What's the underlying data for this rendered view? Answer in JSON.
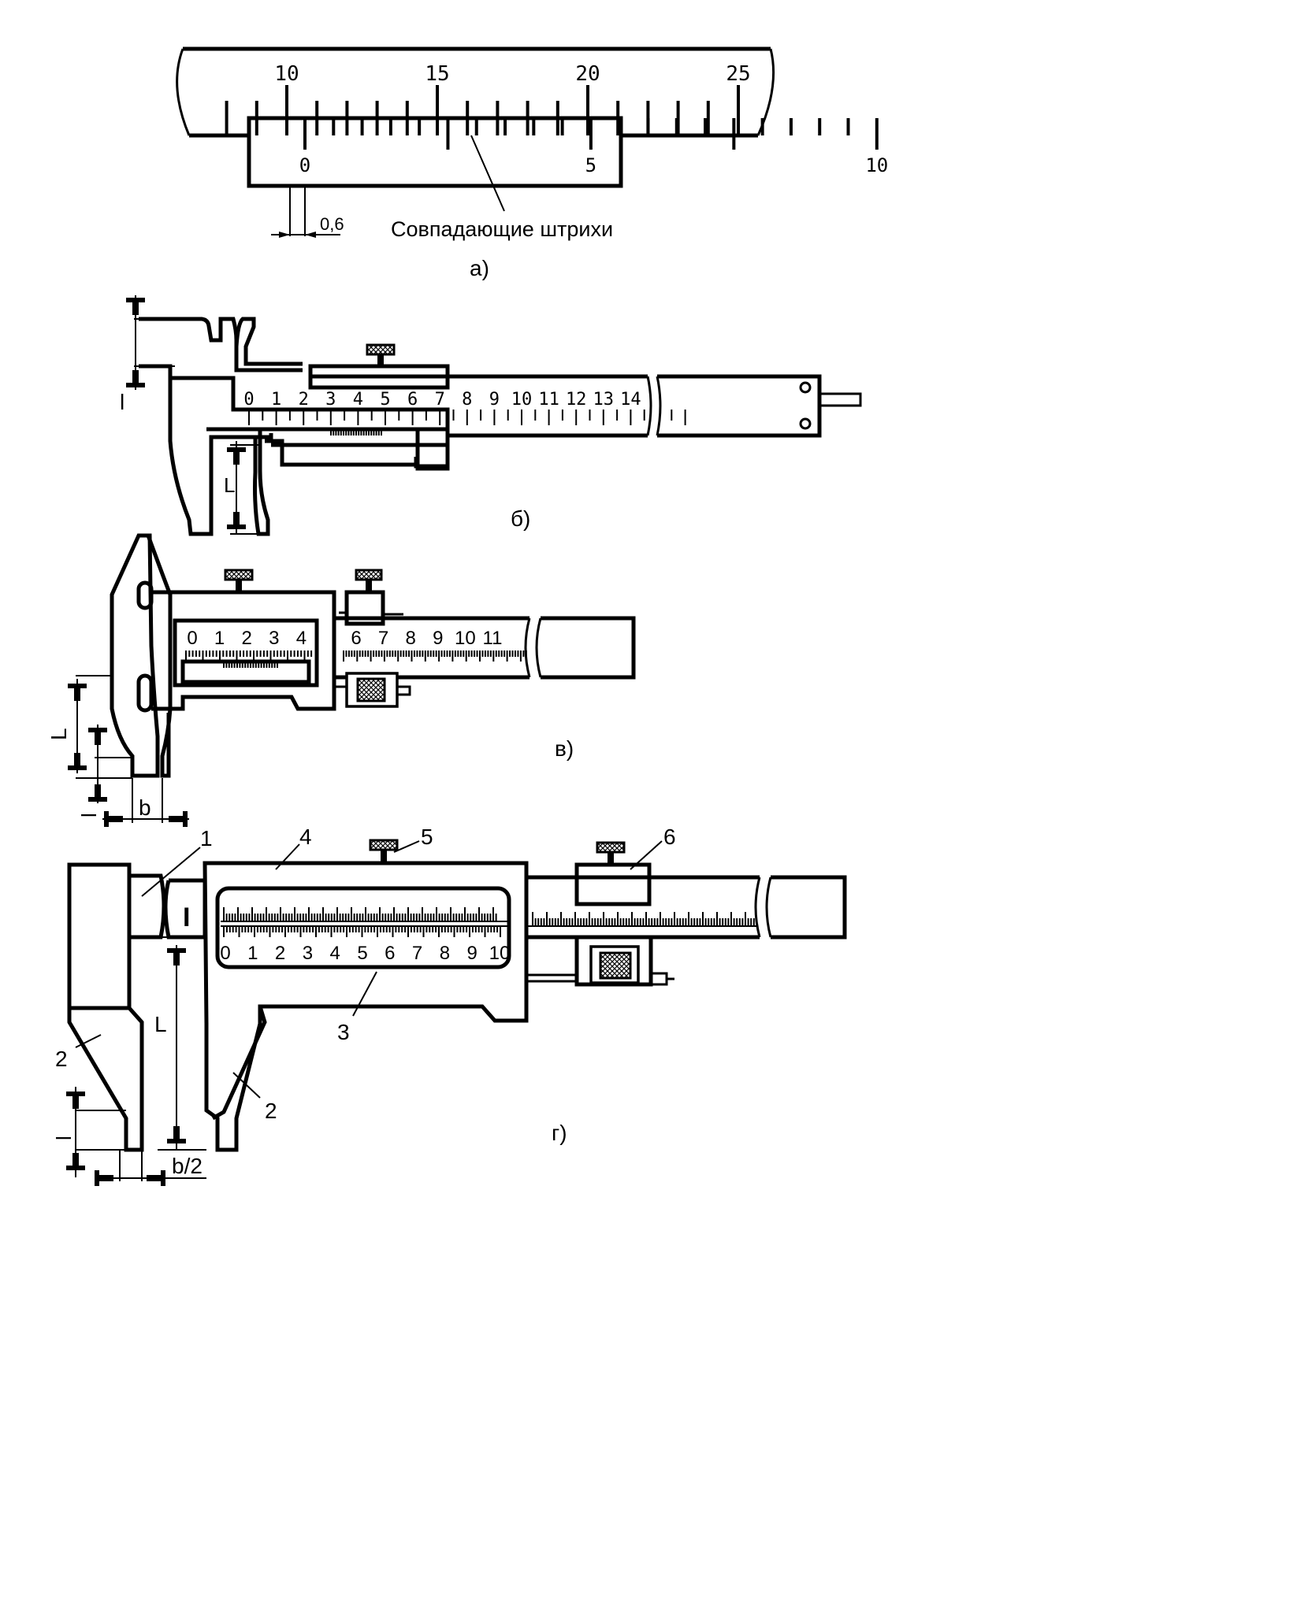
{
  "labels": {
    "a": "а)",
    "b": "б)",
    "v": "в)",
    "g": "г)"
  },
  "vernier_a": {
    "main_numbers": [
      "10",
      "15",
      "20",
      "25"
    ],
    "vernier_numbers": [
      "0",
      "5",
      "10"
    ],
    "reading": "0,6",
    "coinciding_label": "Совпадающие штрихи"
  },
  "caliper_b": {
    "scale_numbers": [
      "0",
      "1",
      "2",
      "3",
      "4",
      "5",
      "6",
      "7",
      "8",
      "9",
      "10",
      "11",
      "12",
      "13",
      "14"
    ],
    "dim_l": "l",
    "dim_L": "L"
  },
  "caliper_v": {
    "window_numbers": [
      "0",
      "1",
      "2",
      "3",
      "4"
    ],
    "bar_numbers": [
      "6",
      "7",
      "8",
      "9",
      "10",
      "11"
    ],
    "dim_L": "L",
    "dim_l": "l",
    "dim_b": "b"
  },
  "caliper_g": {
    "scale_numbers": [
      "0",
      "1",
      "2",
      "3",
      "4",
      "5",
      "6",
      "7",
      "8",
      "9",
      "10"
    ],
    "parts": [
      "1",
      "2",
      "2",
      "3",
      "4",
      "5",
      "6"
    ],
    "dim_L": "L",
    "dim_l": "l",
    "dim_b2": "b/2",
    "bar_mark": "I"
  },
  "colors": {
    "ink": "#000000",
    "paper": "#ffffff"
  },
  "icons": [
    "thumb-screw-icon",
    "dimension-arrow-icon",
    "knurled-nut-icon"
  ]
}
